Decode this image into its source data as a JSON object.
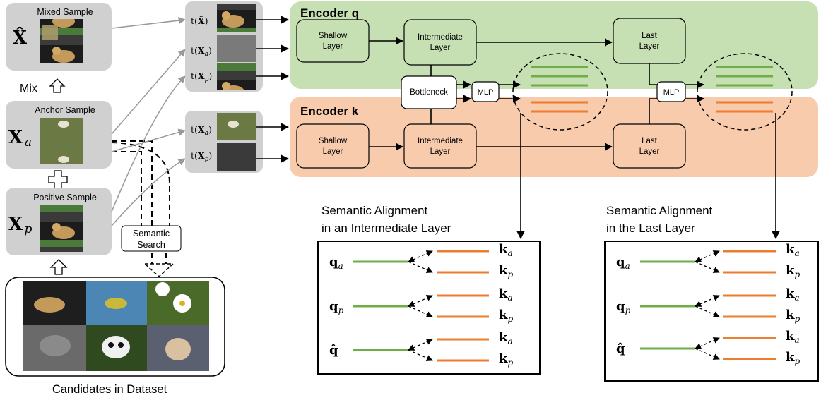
{
  "samples": {
    "mixed": {
      "title": "Mixed Sample",
      "symbol": "X̂"
    },
    "mix_label": "Mix",
    "anchor": {
      "title": "Anchor Sample",
      "symbol": "X",
      "sub": "a"
    },
    "positive": {
      "title": "Positive Sample",
      "symbol": "X",
      "sub": "p"
    }
  },
  "semantic_search": {
    "line1": "Semantic",
    "line2": "Search"
  },
  "candidates_label": "Candidates in Dataset",
  "aug_q": [
    {
      "t": "t(",
      "sym": "X̂",
      "sub": "",
      "close": ")"
    },
    {
      "t": "t(",
      "sym": "X",
      "sub": "a",
      "close": ")"
    },
    {
      "t": "t(",
      "sym": "X",
      "sub": "p",
      "close": ")"
    }
  ],
  "aug_k": [
    {
      "t": "t(",
      "sym": "X",
      "sub": "a",
      "close": ")"
    },
    {
      "t": "t(",
      "sym": "X",
      "sub": "p",
      "close": ")"
    }
  ],
  "encoder_q": {
    "title": "Encoder q",
    "shallow": [
      "Shallow",
      "Layer"
    ],
    "intermediate": [
      "Intermediate",
      "Layer"
    ],
    "last": [
      "Last",
      "Layer"
    ]
  },
  "encoder_k": {
    "title": "Encoder k",
    "shallow": [
      "Shallow",
      "Layer"
    ],
    "intermediate": [
      "Intermediate",
      "Layer"
    ],
    "last": [
      "Last",
      "Layer"
    ]
  },
  "bottleneck": "Bottleneck",
  "mlp": "MLP",
  "align_intermediate": {
    "line1": "Semantic Alignment",
    "line2": "in an Intermediate Layer"
  },
  "align_last": {
    "line1": "Semantic Alignment",
    "line2": "in the Last Layer"
  },
  "queries": [
    {
      "sym": "q",
      "sub": "a"
    },
    {
      "sym": "q",
      "sub": "p"
    },
    {
      "sym": "q̂",
      "sub": ""
    }
  ],
  "keys": [
    {
      "sym": "k",
      "sub": "a"
    },
    {
      "sym": "k",
      "sub": "p"
    }
  ],
  "colors": {
    "green_panel": "#c6e0b4",
    "orange_panel": "#f8cbad",
    "gray_box": "#d0d0d0",
    "green_line": "#70ad47",
    "orange_line": "#ed7d31",
    "block_q": "#c6e0b4",
    "block_k": "#f8cbad"
  },
  "icons": {
    "mix_arrow": "hollow-up-arrow-icon",
    "plus": "hollow-plus-icon",
    "candidates_arrow": "hollow-up-arrow-icon"
  }
}
